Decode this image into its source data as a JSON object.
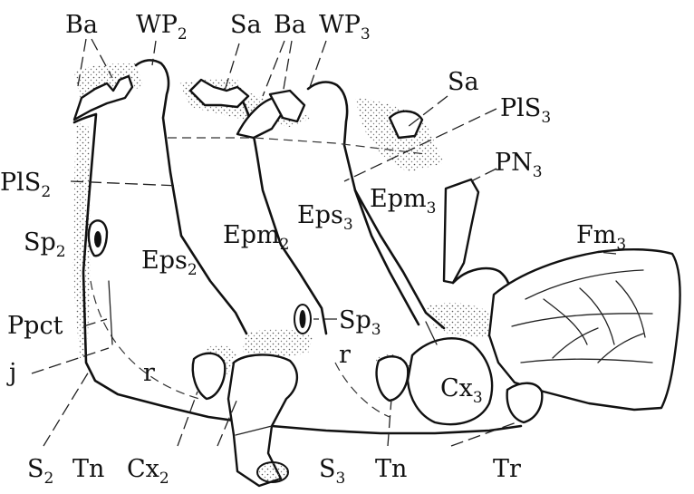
{
  "labels": [
    {
      "key": "ba_left",
      "base": "Ba",
      "sub": ""
    },
    {
      "key": "wp2",
      "base": "WP",
      "sub": "2"
    },
    {
      "key": "sa_top",
      "base": "Sa",
      "sub": ""
    },
    {
      "key": "ba_mid",
      "base": "Ba",
      "sub": ""
    },
    {
      "key": "wp3",
      "base": "WP",
      "sub": "3"
    },
    {
      "key": "sa_right",
      "base": "Sa",
      "sub": ""
    },
    {
      "key": "pls3",
      "base": "PlS",
      "sub": "3"
    },
    {
      "key": "pn3",
      "base": "PN",
      "sub": "3"
    },
    {
      "key": "pls2",
      "base": "PlS",
      "sub": "2"
    },
    {
      "key": "epm3",
      "base": "Epm",
      "sub": "3"
    },
    {
      "key": "fm3",
      "base": "Fm",
      "sub": "3"
    },
    {
      "key": "sp2",
      "base": "Sp",
      "sub": "2"
    },
    {
      "key": "epm2",
      "base": "Epm",
      "sub": "2"
    },
    {
      "key": "eps3",
      "base": "Eps",
      "sub": "3"
    },
    {
      "key": "eps2",
      "base": "Eps",
      "sub": "2"
    },
    {
      "key": "sp3",
      "base": "Sp",
      "sub": "3"
    },
    {
      "key": "ppct",
      "base": "Ppct",
      "sub": ""
    },
    {
      "key": "j",
      "base": "j",
      "sub": ""
    },
    {
      "key": "r_left",
      "base": "r",
      "sub": ""
    },
    {
      "key": "r_right",
      "base": "r",
      "sub": ""
    },
    {
      "key": "cx3",
      "base": "Cx",
      "sub": "3"
    },
    {
      "key": "s2",
      "base": "S",
      "sub": "2"
    },
    {
      "key": "tn_left",
      "base": "Tn",
      "sub": ""
    },
    {
      "key": "cx2",
      "base": "Cx",
      "sub": "2"
    },
    {
      "key": "s3",
      "base": "S",
      "sub": "3"
    },
    {
      "key": "tn_right",
      "base": "Tn",
      "sub": ""
    },
    {
      "key": "tr",
      "base": "Tr",
      "sub": ""
    }
  ]
}
